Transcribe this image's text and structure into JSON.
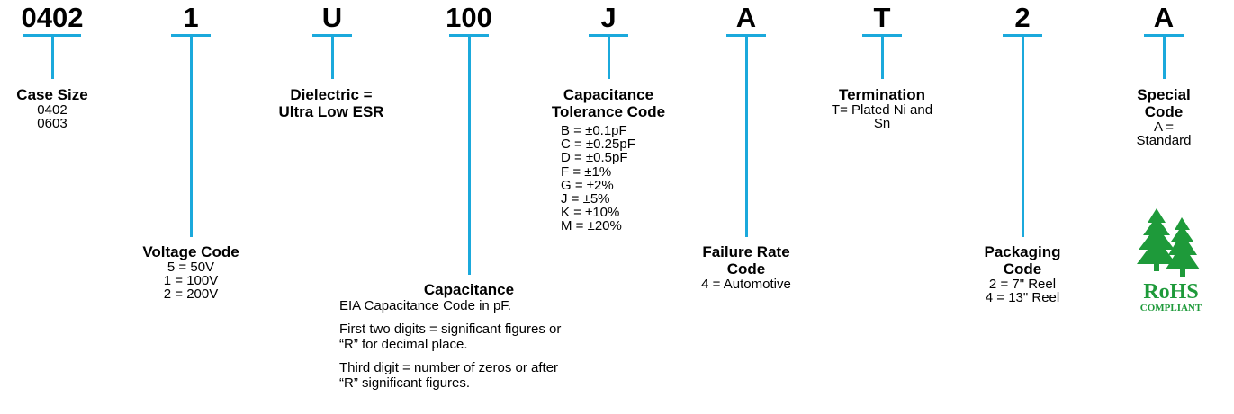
{
  "codes": [
    "0402",
    "1",
    "U",
    "100",
    "J",
    "A",
    "T",
    "2",
    "A"
  ],
  "case_size": {
    "title": "Case Size",
    "lines": [
      "0402",
      "0603"
    ]
  },
  "voltage": {
    "title": "Voltage Code",
    "lines": [
      "5 = 50V",
      "1 = 100V",
      "2 = 200V"
    ]
  },
  "dielectric": {
    "title_lines": [
      "Dielectric =",
      "Ultra Low ESR"
    ]
  },
  "capacitance": {
    "title": "Capacitance",
    "p1": "EIA Capacitance Code in pF.",
    "p2a": "First two digits = significant figures or",
    "p2b": "“R” for decimal place.",
    "p3a": "Third digit = number of zeros or after",
    "p3b": "“R” significant figures."
  },
  "tolerance": {
    "title_lines": [
      "Capacitance",
      "Tolerance Code"
    ],
    "items": [
      "B = ±0.1pF",
      "C = ±0.25pF",
      "D = ±0.5pF",
      "F = ±1%",
      "G = ±2%",
      "J = ±5%",
      "K = ±10%",
      "M = ±20%"
    ]
  },
  "failure_rate": {
    "title_lines": [
      "Failure Rate",
      "Code"
    ],
    "lines": [
      "4 = Automotive"
    ]
  },
  "termination": {
    "title": "Termination",
    "lines": [
      "T= Plated Ni and",
      "Sn"
    ]
  },
  "packaging": {
    "title_lines": [
      "Packaging",
      "Code"
    ],
    "lines": [
      "2 = 7\" Reel",
      "4 = 13\" Reel"
    ]
  },
  "special": {
    "title": "Special Code",
    "lines": [
      "A = Standard"
    ]
  },
  "rohs": {
    "word": "RoHS",
    "sub": "COMPLIANT"
  },
  "colors": {
    "accent": "#1ba9dc",
    "rohs_green": "#1e9a3a"
  }
}
